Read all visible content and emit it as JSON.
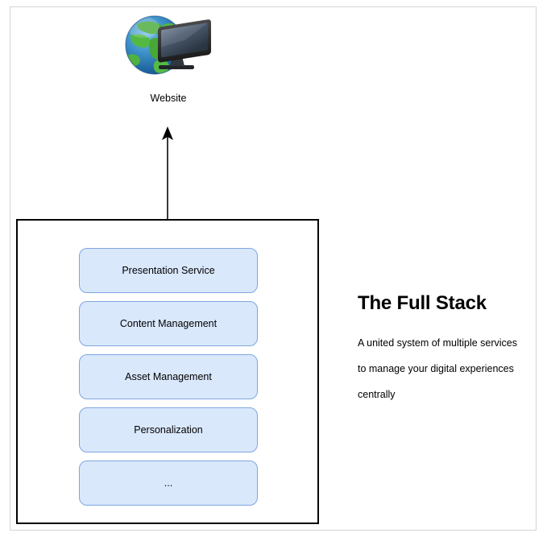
{
  "diagram": {
    "website_node": {
      "icon": "globe-monitor-icon",
      "label": "Website"
    },
    "arrow": {
      "name": "upward-arrow",
      "direction": "up"
    },
    "stack": {
      "services": [
        {
          "label": "Presentation Service"
        },
        {
          "label": "Content Management"
        },
        {
          "label": "Asset Management"
        },
        {
          "label": "Personalization"
        },
        {
          "label": "..."
        }
      ]
    },
    "panel": {
      "heading": "The Full Stack",
      "body_lines": [
        "A united system of multiple services",
        "to manage your digital experiences",
        "centrally"
      ]
    },
    "colors": {
      "service_fill": "#dae8fc",
      "service_border": "#7ea6e0",
      "container_border": "#000000",
      "page_border": "#d4d4d4",
      "text": "#000000"
    }
  }
}
